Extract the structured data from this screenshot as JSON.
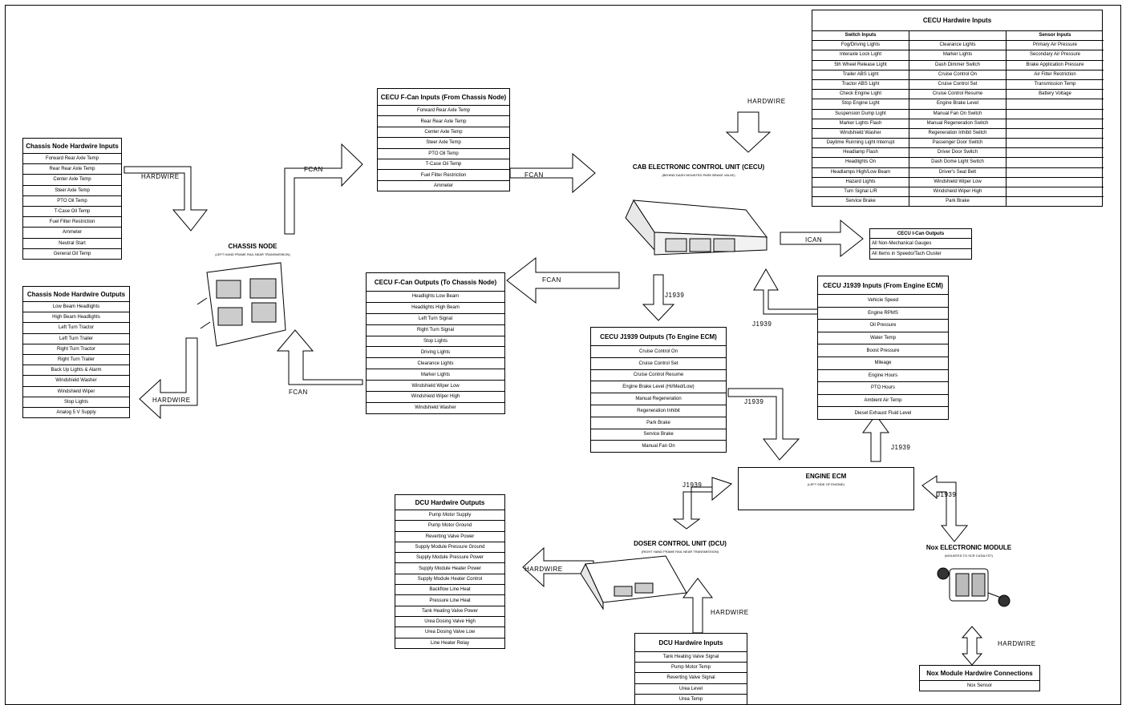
{
  "labels": {
    "hardwire": "HARDWIRE",
    "fcan": "FCAN",
    "ican": "ICAN",
    "j1939": "J1939"
  },
  "nodes": {
    "cecu": {
      "title": "CAB ELECTRONIC CONTROL UNIT (CECU)",
      "subtitle": "(BEHIND DASH MOUNTED PARK BRAKE VALVE)"
    },
    "chassis": {
      "title": "CHASSIS NODE",
      "subtitle": "(LEFT HAND FRAME RAIL NEAR TRANSMISSION)"
    },
    "engine": {
      "title": "ENGINE ECM",
      "subtitle": "(LEFT SIDE OF ENGINE)"
    },
    "dcu": {
      "title": "DOSER CONTROL UNIT (DCU)",
      "subtitle": "(RIGHT HAND FRAME RAIL NEAR TRANSMISSION)"
    },
    "nox": {
      "title": "Nox ELECTRONIC MODULE",
      "subtitle": "(MOUNTED TO SCR CATALYST)"
    }
  },
  "tables": {
    "chassis_inputs": {
      "title": "Chassis Node Hardwire Inputs",
      "rows": [
        "Forward Rear Axle Temp",
        "Rear Rear Axle Temp",
        "Center Axle Temp",
        "Steer Axle Temp",
        "PTO Oil Temp",
        "T-Case Oil Temp",
        "Fuel Filter Restriction",
        "Ammeter",
        "Neutral Start",
        "General Oil Temp"
      ]
    },
    "chassis_outputs": {
      "title": "Chassis Node Hardwire Outputs",
      "rows": [
        "Low Beam Headlights",
        "High Beam Headlights",
        "Left Turn Tractor",
        "Left Turn Trailer",
        "Right Turn Tractor",
        "Right Turn Trailer",
        "Back Up Lights & Alarm",
        "Windshield Washer",
        "Windshield Wiper",
        "Stop Lights",
        "Analog 5 V Supply"
      ]
    },
    "fcan_inputs": {
      "title": "CECU F-Can Inputs (From Chassis Node)",
      "rows": [
        "Forward Rear Axle Temp",
        "Rear Rear Axle Temp",
        "Center Axle Temp",
        "Steer Axle Temp",
        "PTO Oil Temp",
        "T-Case Oil Temp",
        "Fuel Filter Restriction",
        "Ammeter"
      ]
    },
    "fcan_outputs": {
      "title": "CECU F-Can Outputs (To Chassis Node)",
      "rows": [
        "Headlights Low Beam",
        "Headlights High Beam",
        "Left Turn Signal",
        "Right Turn Signal",
        "Stop Lights",
        "Driving Lights",
        "Clearance Lights",
        "Marker Lights",
        "Windshield Wiper Low",
        "Windshield Wiper High",
        "Windshield Washer"
      ]
    },
    "ican_outputs": {
      "title": "CECU I-Can Outputs",
      "rows": [
        "All Non-Mechanical Gauges",
        "All Items in Speedo/Tach Cluster"
      ]
    },
    "j1939_outputs": {
      "title": "CECU J1939 Outputs (To Engine ECM)",
      "rows": [
        "Cruise Control On",
        "Cruise Control Set",
        "Cruise Control Resume",
        "Engine Brake Level (Hi/Med/Low)",
        "Manual Regeneration",
        "Regeneration Inhibit",
        "Park Brake",
        "Service Brake",
        "Manual Fan On"
      ]
    },
    "j1939_inputs": {
      "title": "CECU J1939 Inputs (From Engine ECM)",
      "rows": [
        "Vehicle Speed",
        "Engine RPMS",
        "Oil Pressure",
        "Water Temp",
        "Boost Pressure",
        "Mileage",
        "Engine Hours",
        "PTO Hours",
        "Ambient Air Temp",
        "Diesel Exhaust Fluid Level"
      ]
    },
    "dcu_outputs": {
      "title": "DCU Hardwire Outputs",
      "rows": [
        "Pump Motor Supply",
        "Pump Motor Ground",
        "Reverting Valve Power",
        "Supply Module Pressure Ground",
        "Supply Module Pressure Power",
        "Supply Module Heater Power",
        "Supply Module Heater Control",
        "Backflow Line Heat",
        "Pressure Line Heat",
        "Tank Heating Valve Power",
        "Urea Dosing Valve High",
        "Urea Dosing Valve Low",
        "Line Heater Relay"
      ]
    },
    "dcu_inputs": {
      "title": "DCU Hardwire Inputs",
      "rows": [
        "Tank Heating Valve Signal",
        "Pump Motor Temp",
        "Reverting Valve Signal",
        "Urea Level",
        "Urea Temp"
      ]
    },
    "nox_connections": {
      "title": "Nox Module Hardwire Connections",
      "rows": [
        "Nox Sensor"
      ]
    }
  },
  "cecu_hardwire": {
    "title": "CECU Hardwire Inputs",
    "headers": [
      "Switch Inputs",
      "",
      "Sensor Inputs"
    ],
    "rows": [
      [
        "Fog/Driving Lights",
        "Clearance Lights",
        "Primary Air Pressure"
      ],
      [
        "Interaxle Lock Light",
        "Marker Lights",
        "Secondary Air Pressure"
      ],
      [
        "5th Wheel Release Light",
        "Dash Dimmer Switch",
        "Brake Application Pressure"
      ],
      [
        "Trailer ABS Light",
        "Cruise Control On",
        "Air Filter Restriction"
      ],
      [
        "Tractor ABS Light",
        "Cruise Control Set",
        "Transmission Temp"
      ],
      [
        "Check Engine Light",
        "Cruise Control Resume",
        "Battery Voltage"
      ],
      [
        "Stop Engine Light",
        "Engine Brake Level",
        ""
      ],
      [
        "Suspension Dump Light",
        "Manual Fan On Switch",
        ""
      ],
      [
        "Marker Lights Flash",
        "Manual Regeneration Switch",
        ""
      ],
      [
        "Windshield Washer",
        "Regeneration Inhibit Switch",
        ""
      ],
      [
        "Daytime Running Light Interrupt",
        "Passenger Door Switch",
        ""
      ],
      [
        "Headlamp Flash",
        "Driver Door Switch",
        ""
      ],
      [
        "Headlights On",
        "Dash Dome Light Switch",
        ""
      ],
      [
        "Headlamps High/Low Beam",
        "Driver's Seat Belt",
        ""
      ],
      [
        "Hazard Lights",
        "Windshield Wiper Low",
        ""
      ],
      [
        "Turn Signal L/R",
        "Windshield Wiper High",
        ""
      ],
      [
        "Service Brake",
        "Park Brake",
        ""
      ]
    ]
  }
}
